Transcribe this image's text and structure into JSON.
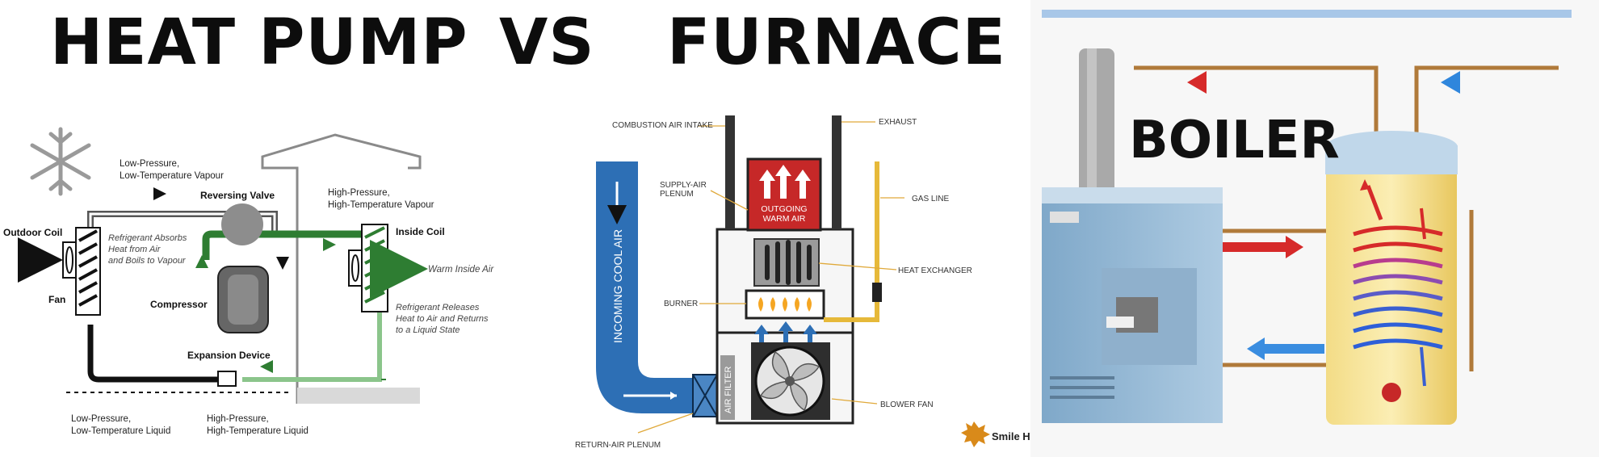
{
  "heading": {
    "left": "HEAT PUMP",
    "mid": "VS",
    "right": "FURNACE"
  },
  "heat_pump": {
    "low_vapour_1": "Low-Pressure,",
    "low_vapour_2": "Low-Temperature Vapour",
    "reversing_valve": "Reversing Valve",
    "high_vapour_1": "High-Pressure,",
    "high_vapour_2": "High-Temperature Vapour",
    "outdoor_coil": "Outdoor Coil",
    "inside_coil": "Inside Coil",
    "absorbs_1": "Refrigerant Absorbs",
    "absorbs_2": "Heat from Air",
    "absorbs_3": "and Boils to Vapour",
    "warm_inside_air": "Warm Inside Air",
    "fan": "Fan",
    "compressor": "Compressor",
    "releases_1": "Refrigerant Releases",
    "releases_2": "Heat to Air and Returns",
    "releases_3": "to a Liquid State",
    "expansion_device": "Expansion Device",
    "low_liquid_1": "Low-Pressure,",
    "low_liquid_2": "Low-Temperature Liquid",
    "high_liquid_1": "High-Pressure,",
    "high_liquid_2": "High-Temperature Liquid"
  },
  "furnace": {
    "combustion_air_intake": "COMBUSTION AIR INTAKE",
    "exhaust": "EXHAUST",
    "supply_air_1": "SUPPLY-AIR",
    "supply_air_2": "PLENUM",
    "outgoing_1": "OUTGOING",
    "outgoing_2": "WARM AIR",
    "gas_line": "GAS LINE",
    "incoming_cool_air": "INCOMING COOL AIR",
    "heat_exchanger": "HEAT EXCHANGER",
    "burner": "BURNER",
    "air_filter": "AIR FILTER",
    "blower_fan": "BLOWER FAN",
    "return_air_plenum": "RETURN-AIR PLENUM",
    "brand": "Smile HV"
  },
  "boiler": {
    "label": "BOILER"
  },
  "colors": {
    "green_pipe": "#2e7d32",
    "light_green_pipe": "#8bc58b",
    "duct_blue": "#2d6fb5",
    "hot_red": "#d32f2f",
    "cold_blue": "#3a8de0"
  },
  "icons": [
    "snowflake-icon",
    "fan-icon",
    "blower-fan-icon",
    "flame-icon",
    "smile-hvac-logo"
  ]
}
